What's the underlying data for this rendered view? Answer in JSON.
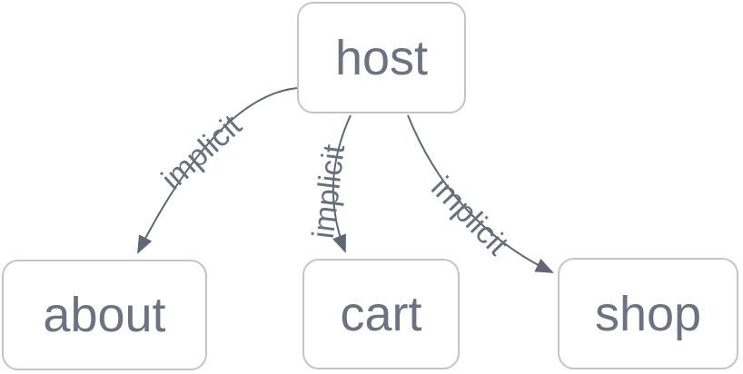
{
  "colors": {
    "background": "#ffffff",
    "node_fill": "#ffffff",
    "node_border": "#c4c4c4",
    "node_text": "#6b7383",
    "edge": "#5f6775",
    "edge_label_text": "#67707f"
  },
  "graph": {
    "nodes": [
      {
        "id": "host",
        "label": "host"
      },
      {
        "id": "about",
        "label": "about"
      },
      {
        "id": "cart",
        "label": "cart"
      },
      {
        "id": "shop",
        "label": "shop"
      }
    ],
    "edges": [
      {
        "from": "host",
        "to": "about",
        "label": "implicit"
      },
      {
        "from": "host",
        "to": "cart",
        "label": "implicit"
      },
      {
        "from": "host",
        "to": "shop",
        "label": "implicit"
      }
    ]
  }
}
